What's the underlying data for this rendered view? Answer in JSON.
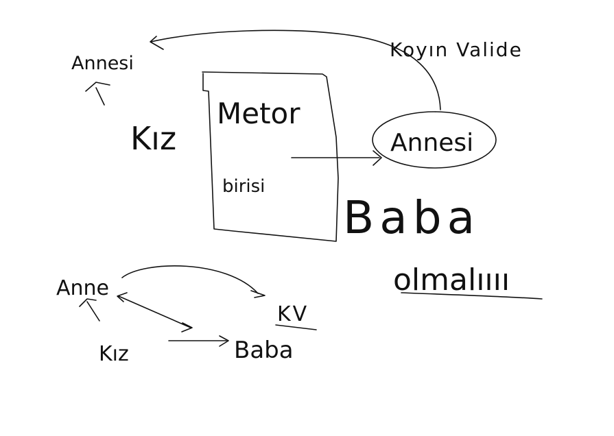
{
  "labels": {
    "annesi_top": "Annesi",
    "koyin_valide": "Koyın Valide",
    "kiz_main": "Kız",
    "metor": "Metor",
    "birisi": "birisi",
    "annesi_ellipse": "Annesi",
    "baba_main": "Baba",
    "olmali": "olmalıııı",
    "anne_bottom": "Anne",
    "kv": "KV",
    "kiz_bottom": "Kız",
    "baba_bottom": "Baba"
  },
  "colors": {
    "ink": "#111111",
    "background": "#ffffff"
  }
}
